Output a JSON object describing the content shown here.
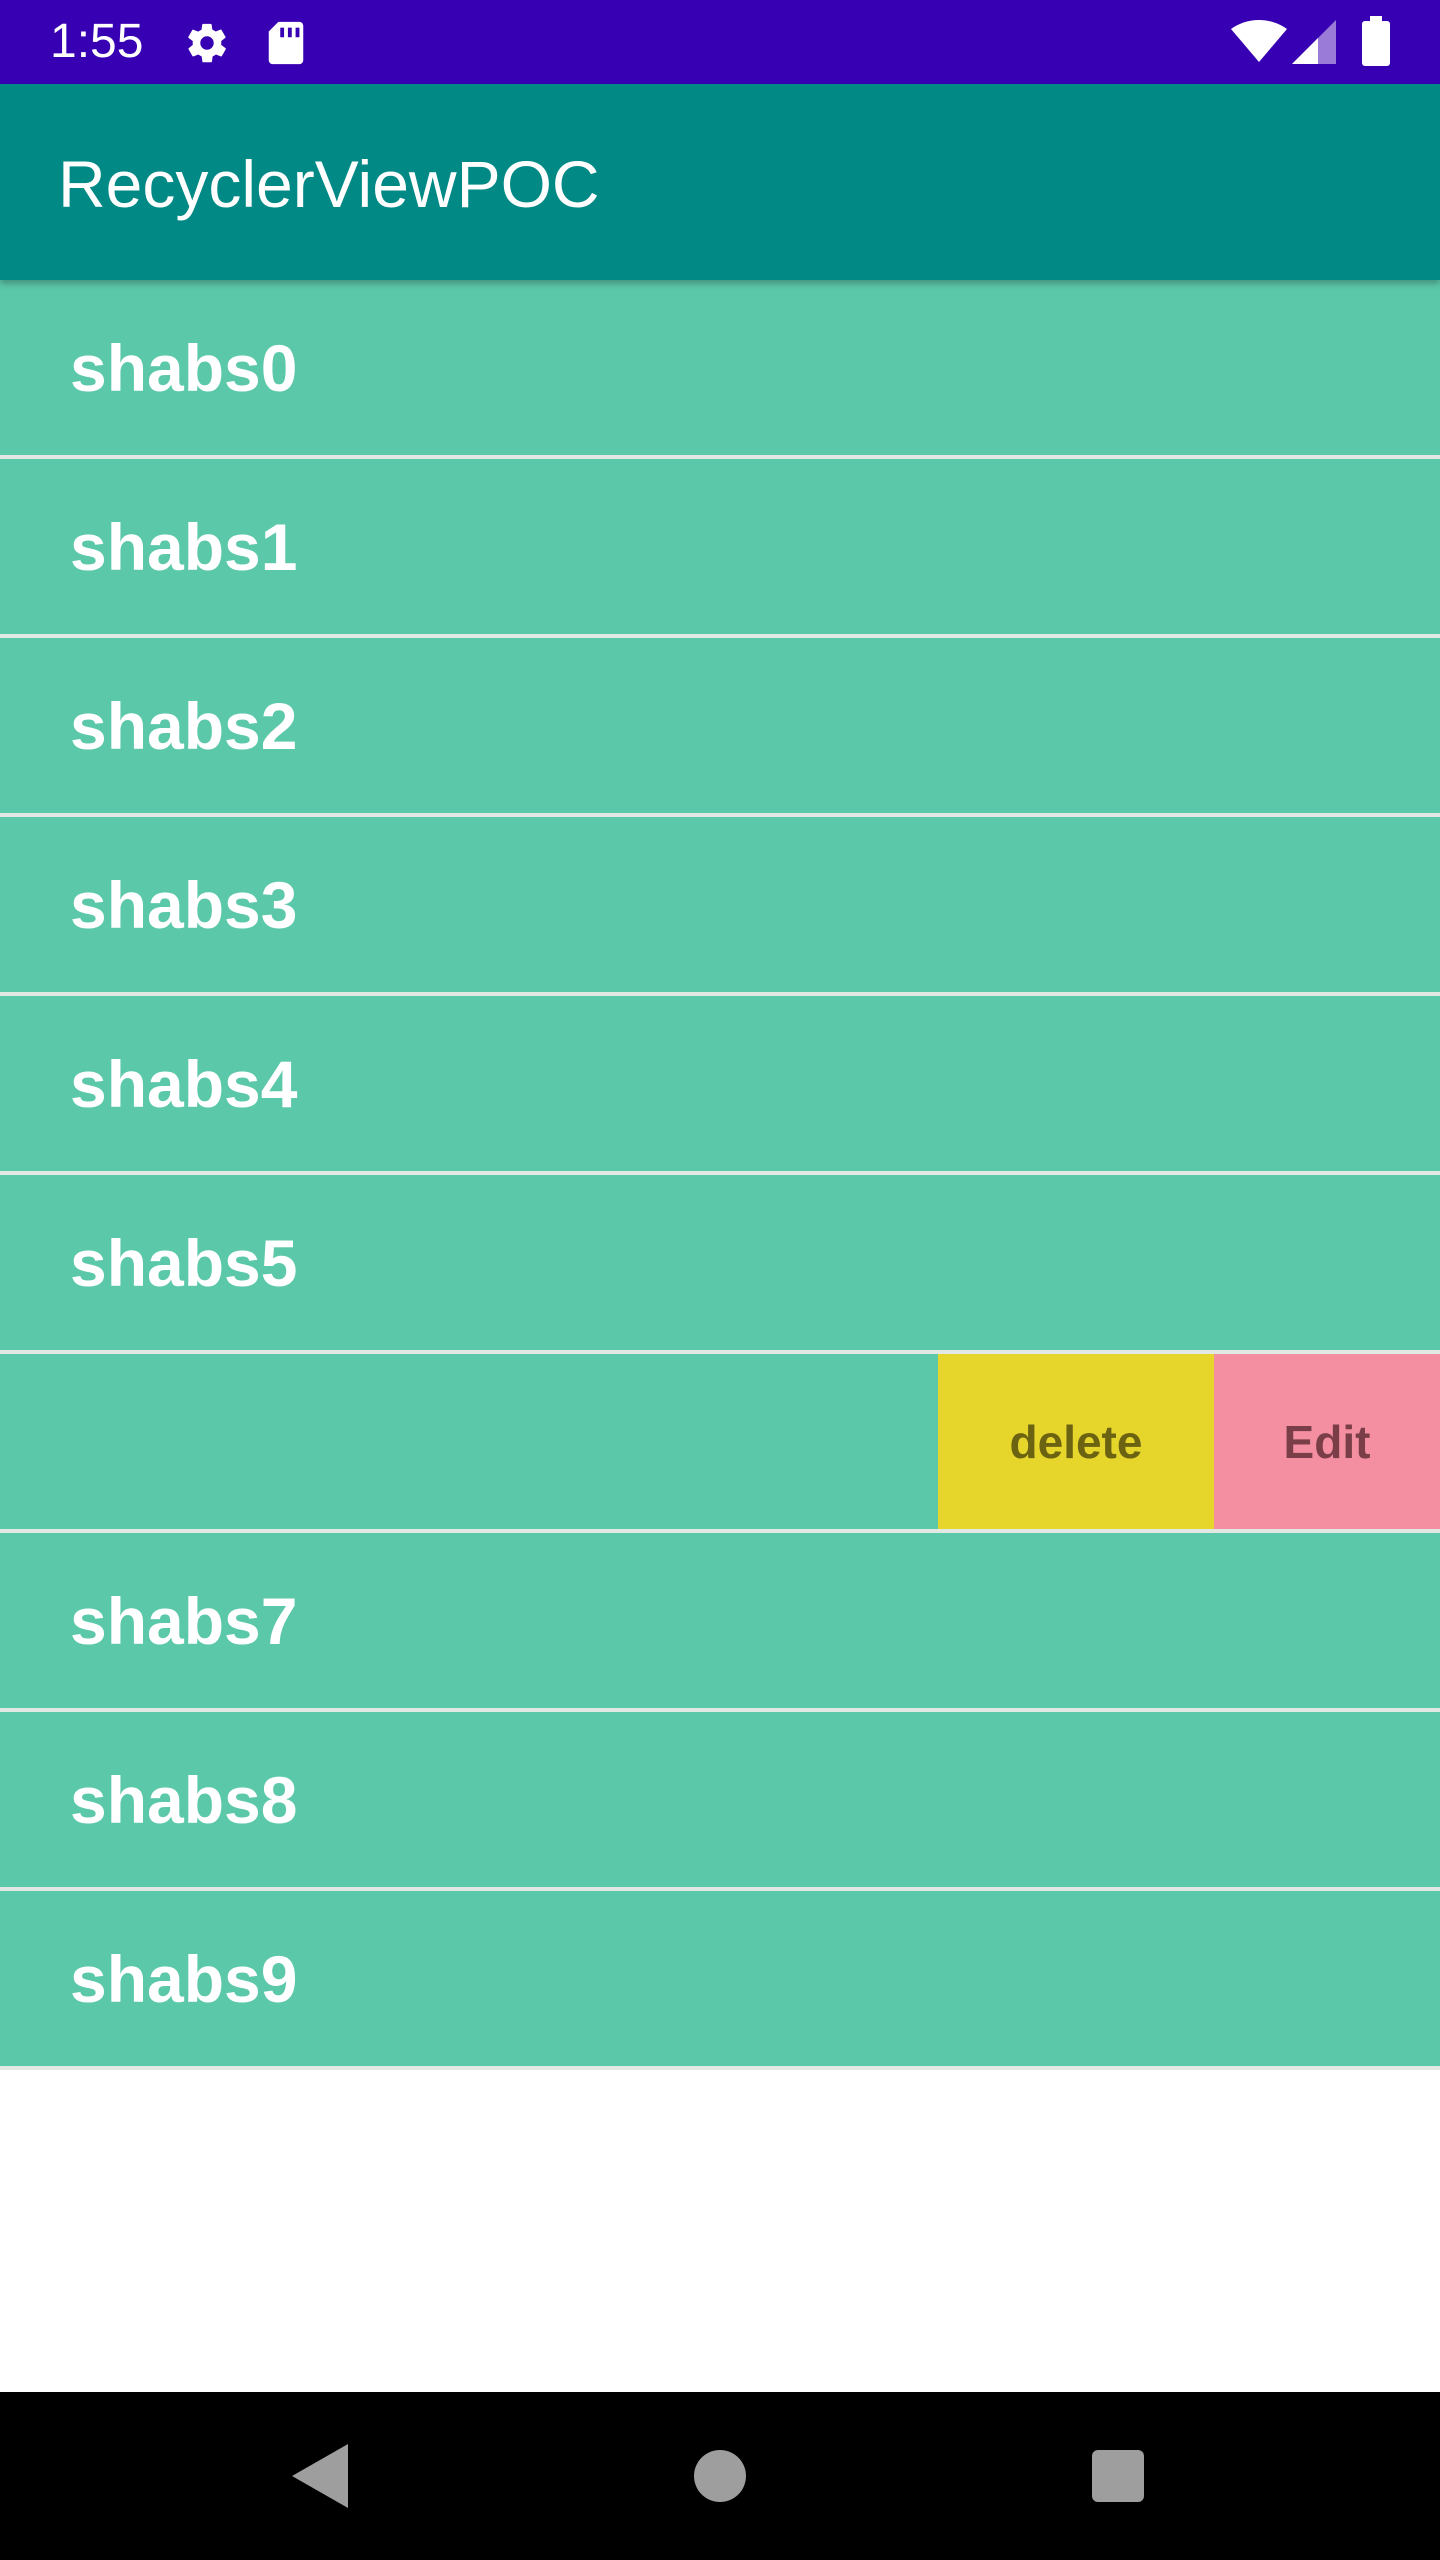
{
  "status_bar": {
    "time": "1:55",
    "icons": [
      "settings-gear-icon",
      "sd-card-icon",
      "wifi-icon",
      "cellular-signal-icon",
      "battery-icon"
    ]
  },
  "app_bar": {
    "title": "RecyclerViewPOC"
  },
  "list": {
    "items": [
      {
        "label": "shabs0"
      },
      {
        "label": "shabs1"
      },
      {
        "label": "shabs2"
      },
      {
        "label": "shabs3"
      },
      {
        "label": "shabs4"
      },
      {
        "label": "shabs5"
      },
      {
        "label": ""
      },
      {
        "label": "shabs7"
      },
      {
        "label": "shabs8"
      },
      {
        "label": "shabs9"
      }
    ],
    "swiped_item_index": 6,
    "swipe_actions": {
      "delete_label": "delete",
      "edit_label": "Edit"
    }
  },
  "nav_bar": {
    "buttons": [
      "back-icon",
      "home-icon",
      "recents-icon"
    ]
  },
  "colors": {
    "status_bar": "#3700b3",
    "app_bar": "#008985",
    "list_item": "#5cc8aa",
    "delete_action": "#e6d62c",
    "edit_action": "#f48fa2"
  }
}
